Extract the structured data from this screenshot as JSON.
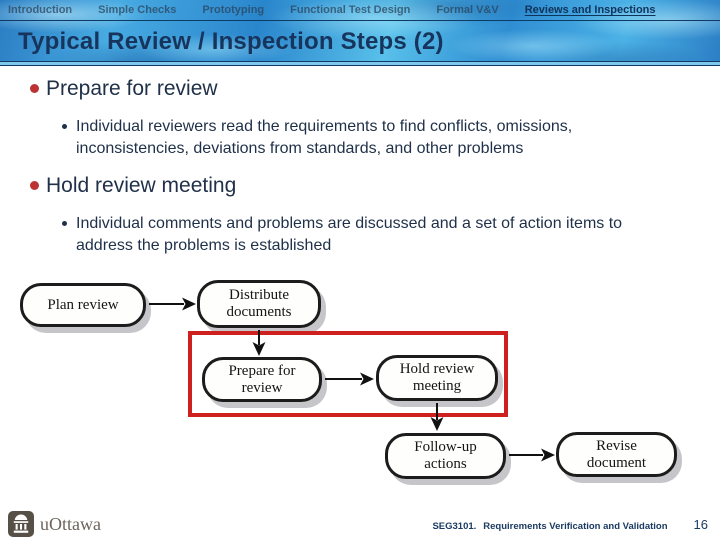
{
  "nav": {
    "items": [
      {
        "label": "Introduction",
        "active": false
      },
      {
        "label": "Simple Checks",
        "active": false
      },
      {
        "label": "Prototyping",
        "active": false
      },
      {
        "label": "Functional Test Design",
        "active": false
      },
      {
        "label": "Formal V&V",
        "active": false
      },
      {
        "label": "Reviews and Inspections",
        "active": true
      }
    ]
  },
  "header": {
    "title": "Typical Review / Inspection Steps (2)"
  },
  "content": {
    "bullets": [
      {
        "text": "Prepare for review",
        "sub": [
          "Individual reviewers read the requirements to find conflicts, omissions, inconsistencies, deviations from standards, and other problems"
        ]
      },
      {
        "text": "Hold review meeting",
        "sub": [
          "Individual comments and problems are discussed and a set of action items to address the problems is established"
        ]
      }
    ]
  },
  "diagram": {
    "type": "flowchart",
    "nodes": [
      {
        "label": "Plan review",
        "highlighted": false
      },
      {
        "label": "Distribute documents",
        "highlighted": false
      },
      {
        "label": "Prepare for review",
        "highlighted": true
      },
      {
        "label": "Hold review meeting",
        "highlighted": true
      },
      {
        "label": "Follow-up actions",
        "highlighted": false
      },
      {
        "label": "Revise document",
        "highlighted": false
      }
    ],
    "edges": [
      [
        "Plan review",
        "Distribute documents"
      ],
      [
        "Distribute documents",
        "Prepare for review"
      ],
      [
        "Prepare for review",
        "Hold review meeting"
      ],
      [
        "Hold review meeting",
        "Follow-up actions"
      ],
      [
        "Follow-up actions",
        "Revise document"
      ]
    ],
    "highlight_color": "#cf2020"
  },
  "footer": {
    "logo_text": "uOttawa",
    "course_code": "SEG3101.",
    "course_title": "Requirements Verification and Validation",
    "page_number": "16"
  },
  "colors": {
    "title_text": "#17345c",
    "body_text": "#1f3048",
    "level1_bullet": "#bb3333",
    "header_water_blue": "#2f8ccc",
    "highlight_red": "#cf2020"
  }
}
